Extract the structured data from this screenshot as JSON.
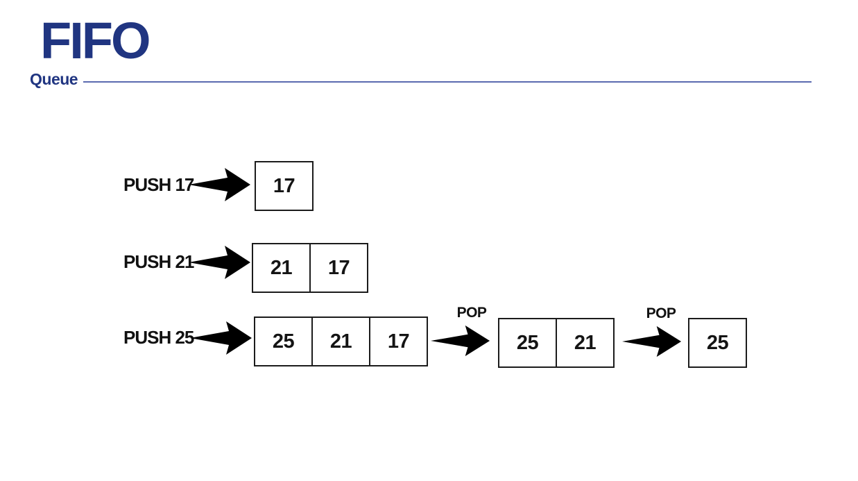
{
  "header": {
    "title": "FIFO",
    "subtitle": "Queue",
    "title_color": "#203581",
    "rule_color": "#5a6ab0"
  },
  "diagram": {
    "arrow_color": "#000000",
    "box_border_color": "#1b1b1b",
    "text_color": "#111111",
    "steps": [
      {
        "label": "PUSH 17",
        "cells": [
          "17"
        ]
      },
      {
        "label": "PUSH 21",
        "cells": [
          "21",
          "17"
        ]
      },
      {
        "label": "PUSH 25",
        "cells": [
          "25",
          "21",
          "17"
        ]
      }
    ],
    "pops": [
      {
        "label": "POP",
        "cells": [
          "25",
          "21"
        ]
      },
      {
        "label": "POP",
        "cells": [
          "25"
        ]
      }
    ]
  }
}
